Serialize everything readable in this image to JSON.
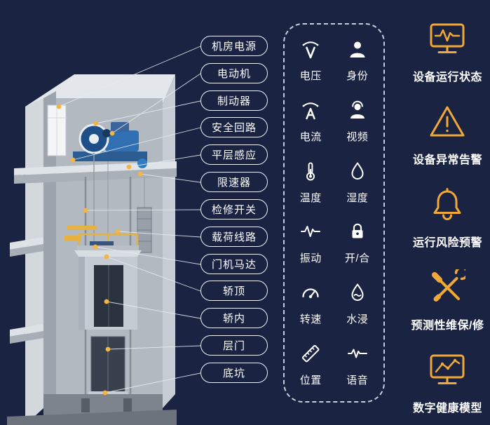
{
  "page": {
    "background_color": "#1b2342",
    "subject": "elevator-iot-monitoring-diagram"
  },
  "hotspots": {
    "items": [
      {
        "label": "机房电源"
      },
      {
        "label": "电动机"
      },
      {
        "label": "制动器"
      },
      {
        "label": "安全回路"
      },
      {
        "label": "平层感应"
      },
      {
        "label": "限速器"
      },
      {
        "label": "检修开关"
      },
      {
        "label": "载荷线路"
      },
      {
        "label": "门机马达"
      },
      {
        "label": "轿顶"
      },
      {
        "label": "轿内"
      },
      {
        "label": "层门"
      },
      {
        "label": "底坑"
      }
    ]
  },
  "sensor_panel": {
    "items": [
      {
        "label": "电压",
        "icon": "voltage-meter-icon"
      },
      {
        "label": "身份",
        "icon": "identity-person-icon"
      },
      {
        "label": "电流",
        "icon": "current-meter-icon"
      },
      {
        "label": "视频",
        "icon": "video-person-icon"
      },
      {
        "label": "温度",
        "icon": "temperature-icon"
      },
      {
        "label": "湿度",
        "icon": "humidity-droplet-icon"
      },
      {
        "label": "振动",
        "icon": "vibration-wave-icon"
      },
      {
        "label": "开/合",
        "icon": "open-close-lock-icon"
      },
      {
        "label": "转速",
        "icon": "speed-gauge-icon"
      },
      {
        "label": "水浸",
        "icon": "water-flood-icon"
      },
      {
        "label": "位置",
        "icon": "position-ruler-icon"
      },
      {
        "label": "语音",
        "icon": "voice-wave-icon"
      }
    ]
  },
  "features": {
    "items": [
      {
        "label": "设备运行状态",
        "icon": "device-status-monitor-icon"
      },
      {
        "label": "设备异常告警",
        "icon": "device-alarm-warning-icon"
      },
      {
        "label": "运行风险预警",
        "icon": "risk-warning-bell-icon"
      },
      {
        "label": "预测性维保/修",
        "icon": "predictive-maintenance-tools-icon"
      },
      {
        "label": "数字健康模型",
        "icon": "digital-health-model-icon"
      }
    ]
  },
  "colors": {
    "accent_gold": "#f0a837",
    "connector_line": "#e8ebf2",
    "dot_yellow": "#f6b53e",
    "label_text": "#ffffff"
  }
}
